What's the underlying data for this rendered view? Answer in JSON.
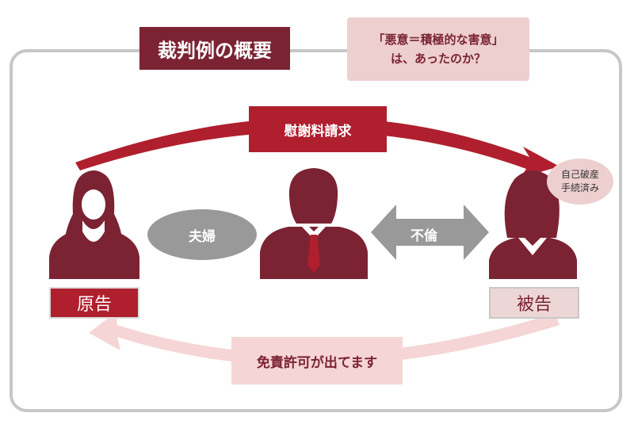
{
  "title": "裁判例の概要",
  "question": {
    "line1": "「悪意＝積極的な害意」",
    "line2": "は、あったのか？"
  },
  "claim_label": "慰謝料請求",
  "discharge_label": "免責許可が出てます",
  "couple_label": "夫婦",
  "affair_label": "不倫",
  "bankruptcy_note": {
    "line1": "自己破産",
    "line2": "手続済み"
  },
  "plaintiff_label": "原告",
  "defendant_label": "被告",
  "colors": {
    "maroon": "#7b2333",
    "red": "#b01f2e",
    "pink_light": "#f5d5d5",
    "pink": "#edcfcf",
    "gray": "#999999",
    "frame": "#c7c7c7"
  }
}
